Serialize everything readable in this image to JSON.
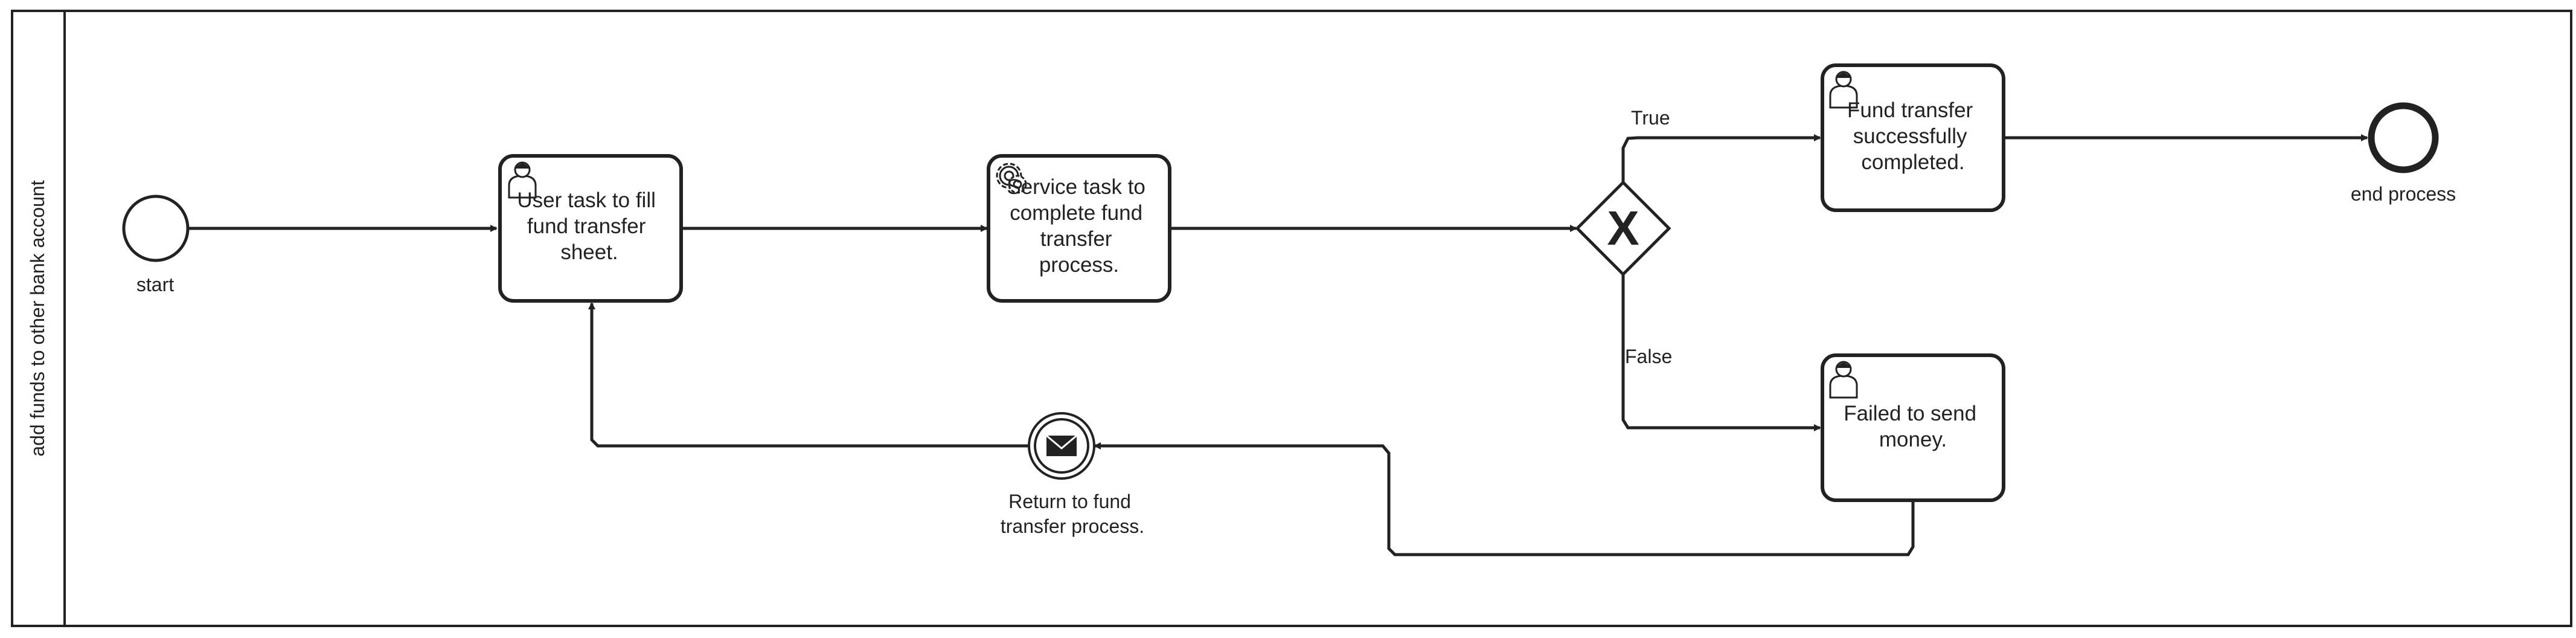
{
  "pool": {
    "lane_label": "add funds to other bank account"
  },
  "events": {
    "start": {
      "label": "start"
    },
    "end": {
      "label": "end process"
    },
    "message": {
      "label_lines": [
        "Return to fund",
        "transfer process."
      ],
      "icon": "envelope-icon"
    }
  },
  "tasks": {
    "user_fill": {
      "type": "user",
      "icon": "user-icon",
      "label_lines": [
        "User task to fill",
        "fund transfer",
        "sheet."
      ]
    },
    "service_complete": {
      "type": "service",
      "icon": "gear-icon",
      "label_lines": [
        "Service task to",
        "complete fund",
        "transfer",
        "process."
      ]
    },
    "success": {
      "type": "user",
      "icon": "user-icon",
      "label_lines": [
        "Fund transfer",
        "successfully",
        "completed."
      ]
    },
    "failed": {
      "type": "user",
      "icon": "user-icon",
      "label_lines": [
        "Failed to send",
        "money."
      ]
    }
  },
  "gateway": {
    "type": "exclusive",
    "symbol": "X"
  },
  "flows": {
    "true_label": "True",
    "false_label": "False"
  },
  "colors": {
    "stroke": "#222222",
    "fill": "#ffffff"
  }
}
